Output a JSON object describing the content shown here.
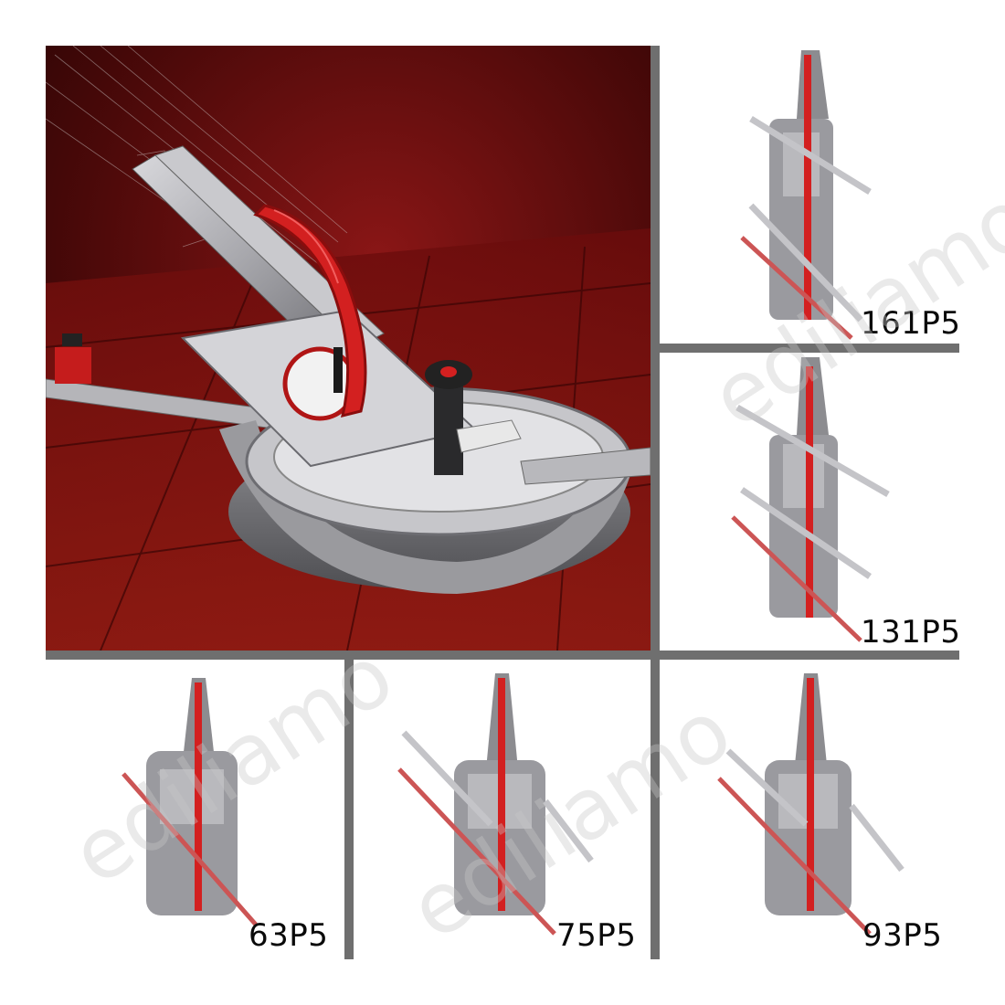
{
  "watermark": {
    "text": "ediliamo"
  },
  "hero": {
    "icon": "tile-cutter-photo",
    "colors": {
      "background": "#5a0d0d",
      "handle": "#d32020",
      "metal": "#a9a9ad"
    }
  },
  "models": [
    {
      "label": "161P5"
    },
    {
      "label": "131P5"
    },
    {
      "label": "63P5"
    },
    {
      "label": "75P5"
    },
    {
      "label": "93P5"
    }
  ],
  "colors": {
    "separator": "#6f6f6f",
    "accent_red": "#d32020",
    "label_text": "#0a0a0a"
  }
}
